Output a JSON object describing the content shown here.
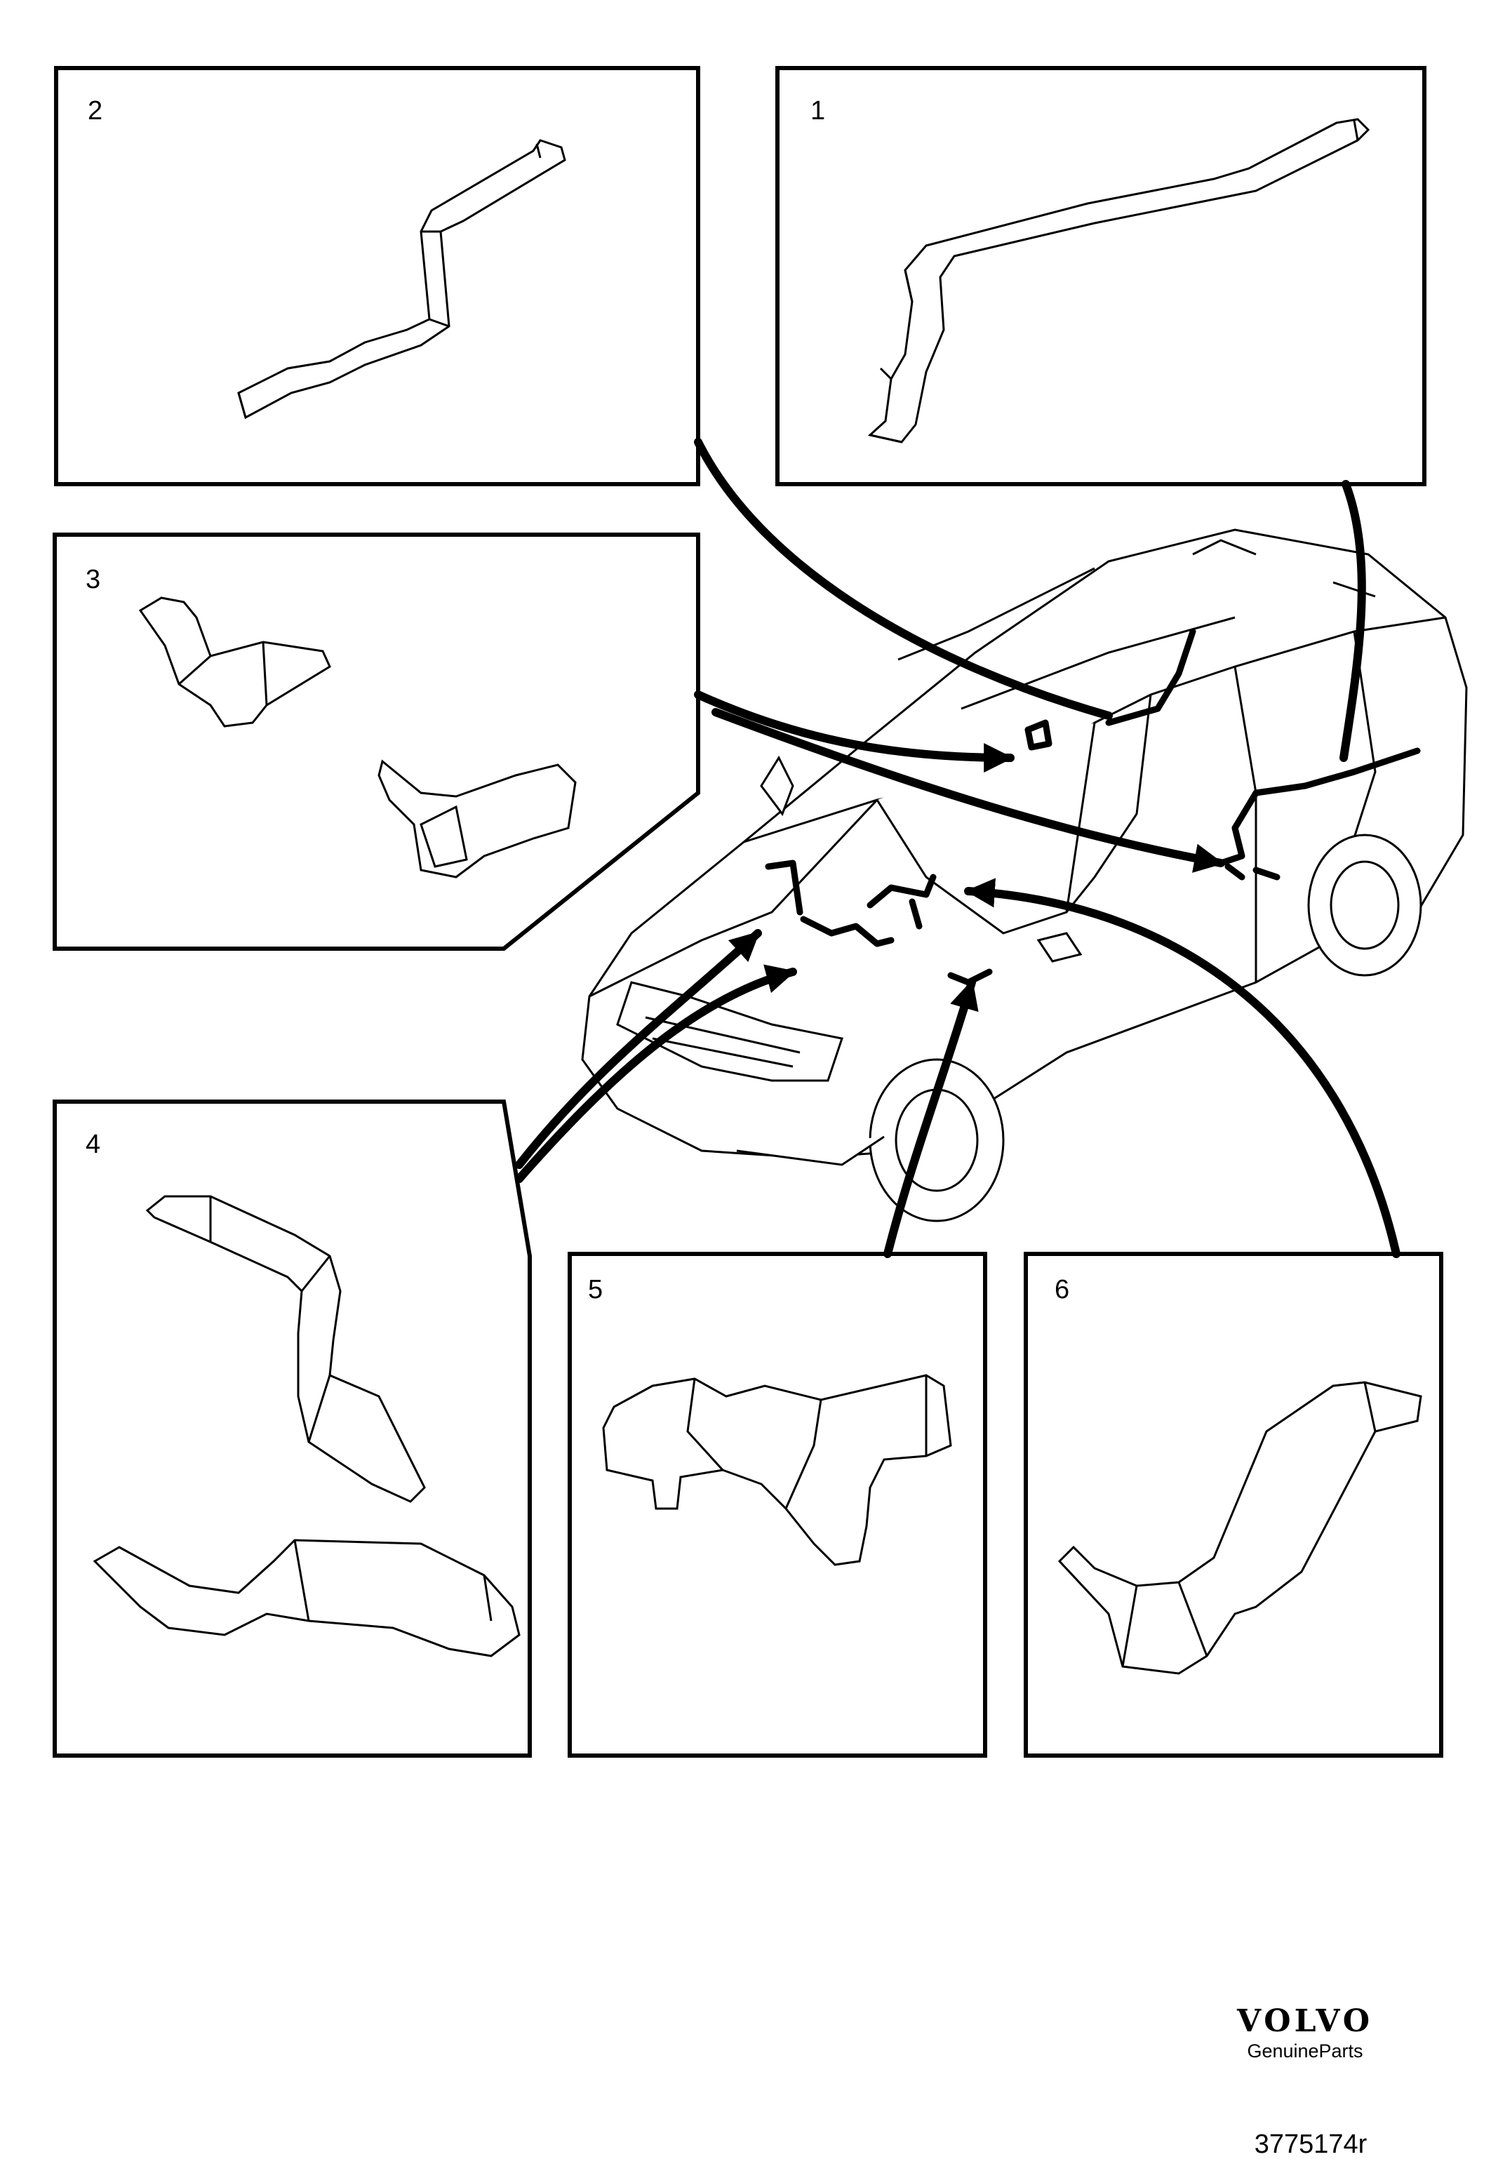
{
  "panels": [
    {
      "label": "2"
    },
    {
      "label": "1"
    },
    {
      "label": "3"
    },
    {
      "label": "4"
    },
    {
      "label": "5"
    },
    {
      "label": "6"
    }
  ],
  "brand": {
    "name": "VOLVO",
    "subtitle": "GenuineParts"
  },
  "reference": "3775174r",
  "colors": {
    "line": "#000000",
    "background": "#ffffff"
  }
}
